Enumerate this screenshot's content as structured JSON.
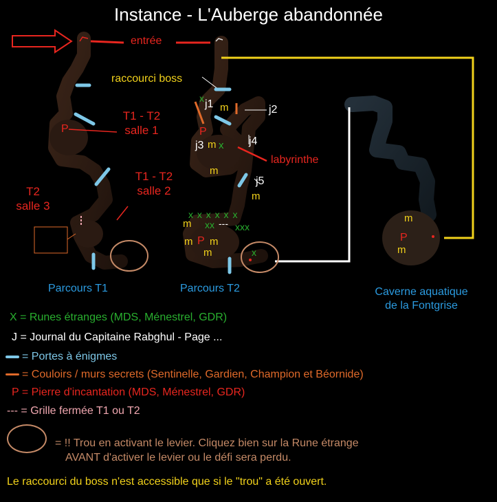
{
  "title": "Instance - L'Auberge abandonnée",
  "colors": {
    "red": "#e8261f",
    "yellow": "#f2d21b",
    "white": "#ffffff",
    "green": "#29b02f",
    "blue": "#2b9be0",
    "light_blue": "#7ec8e8",
    "orange": "#e06a2a",
    "pink": "#f0a7b0",
    "brown": "#c58a67"
  },
  "map": {
    "entree": "entrée",
    "raccourci_boss": "raccourci boss",
    "salle1": [
      "T1 - T2",
      "salle 1"
    ],
    "salle2": [
      "T1 - T2",
      "salle 2"
    ],
    "salle3": [
      "T2",
      "salle 3"
    ],
    "labyrinthe": "labyrinthe",
    "journals": [
      "j1",
      "j2",
      "j3",
      "j4",
      "j5"
    ],
    "marker_p": "P",
    "marker_m": "m",
    "marker_x": "x",
    "marker_row_x": "x x x x x x",
    "marker_xx": "xx",
    "marker_xxx": "xxx",
    "marker_dashes": "---",
    "parcours_t1": "Parcours T1",
    "parcours_t2": "Parcours T2",
    "caverne": [
      "Caverne aquatique",
      "de la Fontgrise"
    ]
  },
  "legend": {
    "x_key": "X = Runes étranges (MDS, Ménestrel, GDR)",
    "j_key": "J = Journal du Capitaine Rabghul - Page ...",
    "portes_key": "= Portes à énigmes",
    "couloirs_key": "= Couloirs / murs secrets (Sentinelle, Gardien, Champion et Béornide)",
    "p_key": "P = Pierre d'incantation (MDS, Ménestrel, GDR)",
    "grille_key": "--- = Grille fermée T1 ou T2",
    "trou_line1": "= !! Trou en activant le levier. Cliquez bien sur la Rune étrange",
    "trou_line2": "AVANT d'activer le levier ou le défi sera perdu.",
    "footer": "Le raccourci du boss n'est accessible que si le \"trou\" a été ouvert."
  }
}
